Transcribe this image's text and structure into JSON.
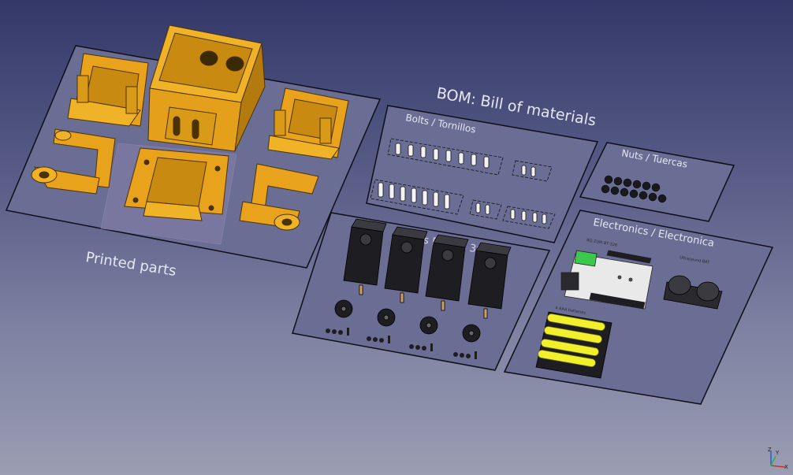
{
  "viewport": {
    "background_top": "#343869",
    "background_bottom": "#9b9db2"
  },
  "labels": {
    "printed_parts": "Printed parts",
    "bom_title": "BOM: Bill of materials",
    "bolts": "Bolts / Tornillos",
    "nuts": "Nuts / Tuercas",
    "electronics": "Electronics / Electronica",
    "servos": "Servos Futaba 3003",
    "ultrasound": "Ultrasound BAT",
    "battery": "4 AAA batteries",
    "board": "BQ ZUM BT-328"
  },
  "colors": {
    "part_orange": "#e8a21c",
    "part_edge": "#4a3205",
    "panel_fill": "#6b6e94",
    "panel_border": "#0e0e18",
    "servo_black": "#1e1e22",
    "battery_yellow": "#f2ef2c",
    "board_white": "#e9e9ea",
    "board_green": "#3cc84c"
  },
  "axis": {
    "x_label": "X",
    "y_label": "Y",
    "z_label": "Z"
  }
}
